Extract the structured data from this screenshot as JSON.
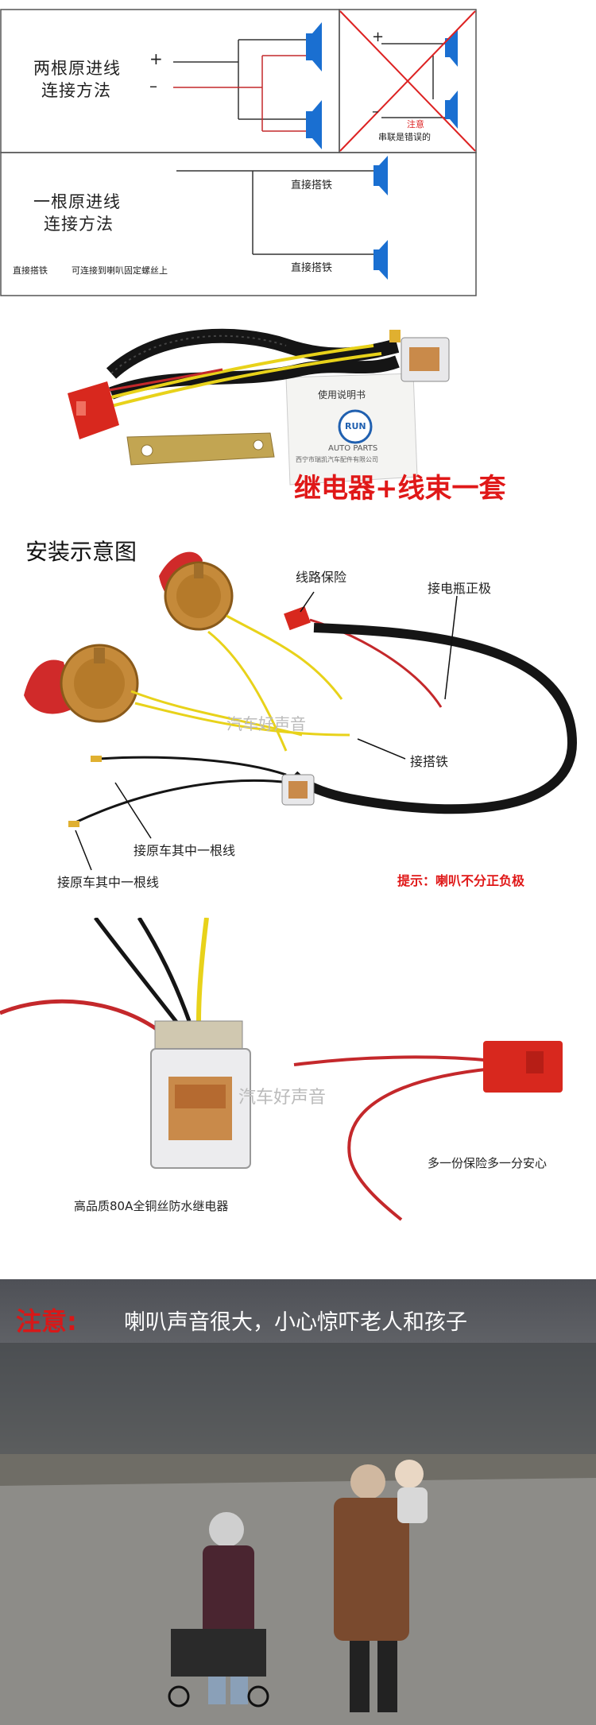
{
  "wiring_diagram": {
    "two_wire_label_line1": "两根原进线",
    "two_wire_label_line2": "连接方法",
    "plus_sign": "+",
    "minus_sign": "–",
    "wrong_plus": "+",
    "wrong_minus": "–",
    "note_title": "注意",
    "note_text": "串联是错误的",
    "one_wire_label_line1": "一根原进线",
    "one_wire_label_line2": "连接方法",
    "ground_label_top": "直接搭铁",
    "ground_label_bottom": "直接搭铁",
    "footnote_ground": "直接搭铁",
    "footnote_screw": "可连接到喇叭固定螺丝上"
  },
  "kit_photo": {
    "manual_title": "使用说明书",
    "brand_badge": "RUN",
    "brand_sub": "AUTO PARTS",
    "company_line": "西宁市瑞凯汽车配件有限公司",
    "caption": "继电器+线束一套"
  },
  "install_diagram": {
    "title": "安装示意图",
    "fuse_label": "线路保险",
    "battery_label": "接电瓶正极",
    "ground_label": "接搭铁",
    "orig_wire_1": "接原车其中一根线",
    "orig_wire_2": "接原车其中一根线",
    "tip": "提示：喇叭不分正负极",
    "watermark": "汽车好声音"
  },
  "relay_photo": {
    "relay_caption": "高品质80A全铜丝防水继电器",
    "fuse_caption": "多一份保险多一分安心",
    "watermark": "汽车好声音"
  },
  "warning_photo": {
    "note_prefix": "注意:",
    "note_text": "喇叭声音很大，小心惊吓老人和孩子"
  },
  "colors": {
    "horn_blue": "#1a6fd1",
    "wire_red": "#c4282b",
    "caption_red": "#e01818",
    "wire_yellow": "#e8d21a",
    "harness_black": "#151515"
  }
}
